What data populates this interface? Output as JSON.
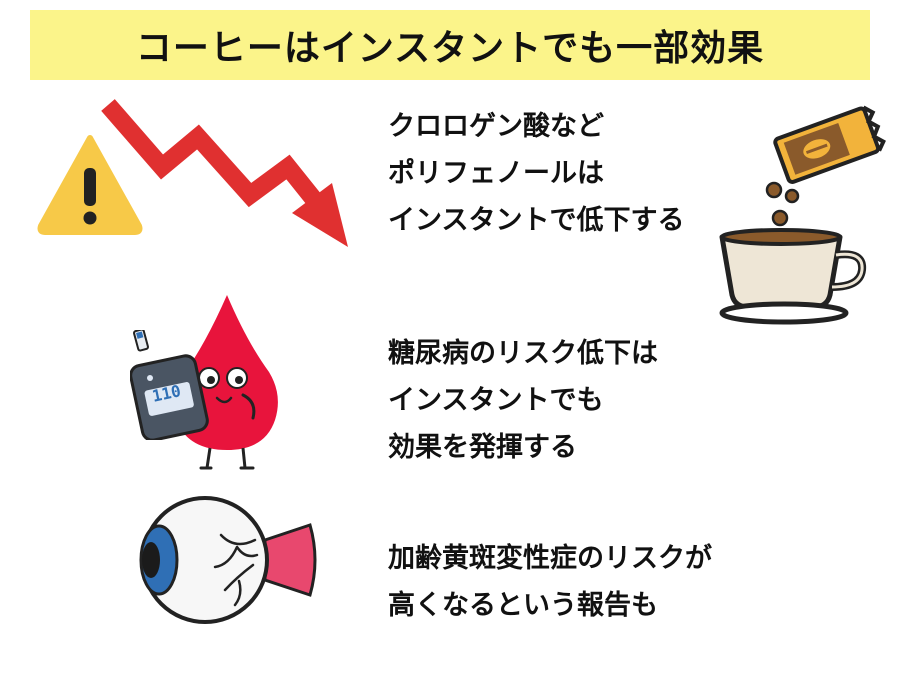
{
  "title": "コーヒーはインスタントでも一部効果",
  "sections": [
    {
      "lines": [
        "クロロゲン酸など",
        "ポリフェノールは",
        "インスタントで低下する"
      ]
    },
    {
      "lines": [
        "糖尿病のリスク低下は",
        "インスタントでも",
        "効果を発揮する"
      ]
    },
    {
      "lines": [
        "加齢黄斑変性症のリスクが",
        "高くなるという報告も"
      ]
    }
  ],
  "glucose_meter": {
    "reading": "110"
  },
  "icons": {
    "warning": "warning-icon",
    "arrow": "down-trend-arrow-icon",
    "coffee": "coffee-cup-icon",
    "stick": "instant-coffee-stick-icon",
    "drop": "blood-drop-character-icon",
    "meter": "glucose-meter-icon",
    "eye": "eyeball-icon"
  },
  "colors": {
    "title_bg": "#fbf48a",
    "warning": "#f7c948",
    "arrow": "#e03030",
    "drop": "#e8143c",
    "iris": "#2f6fb5"
  }
}
